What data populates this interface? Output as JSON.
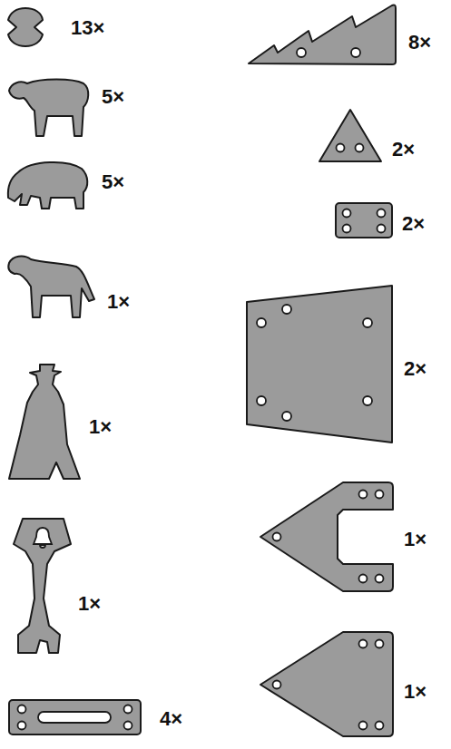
{
  "diagram": {
    "labels": [
      "13×",
      "5×",
      "5×",
      "1×",
      "1×",
      "1×",
      "4×",
      "8×",
      "2×",
      "2×",
      "2×",
      "1×",
      "1×"
    ]
  }
}
